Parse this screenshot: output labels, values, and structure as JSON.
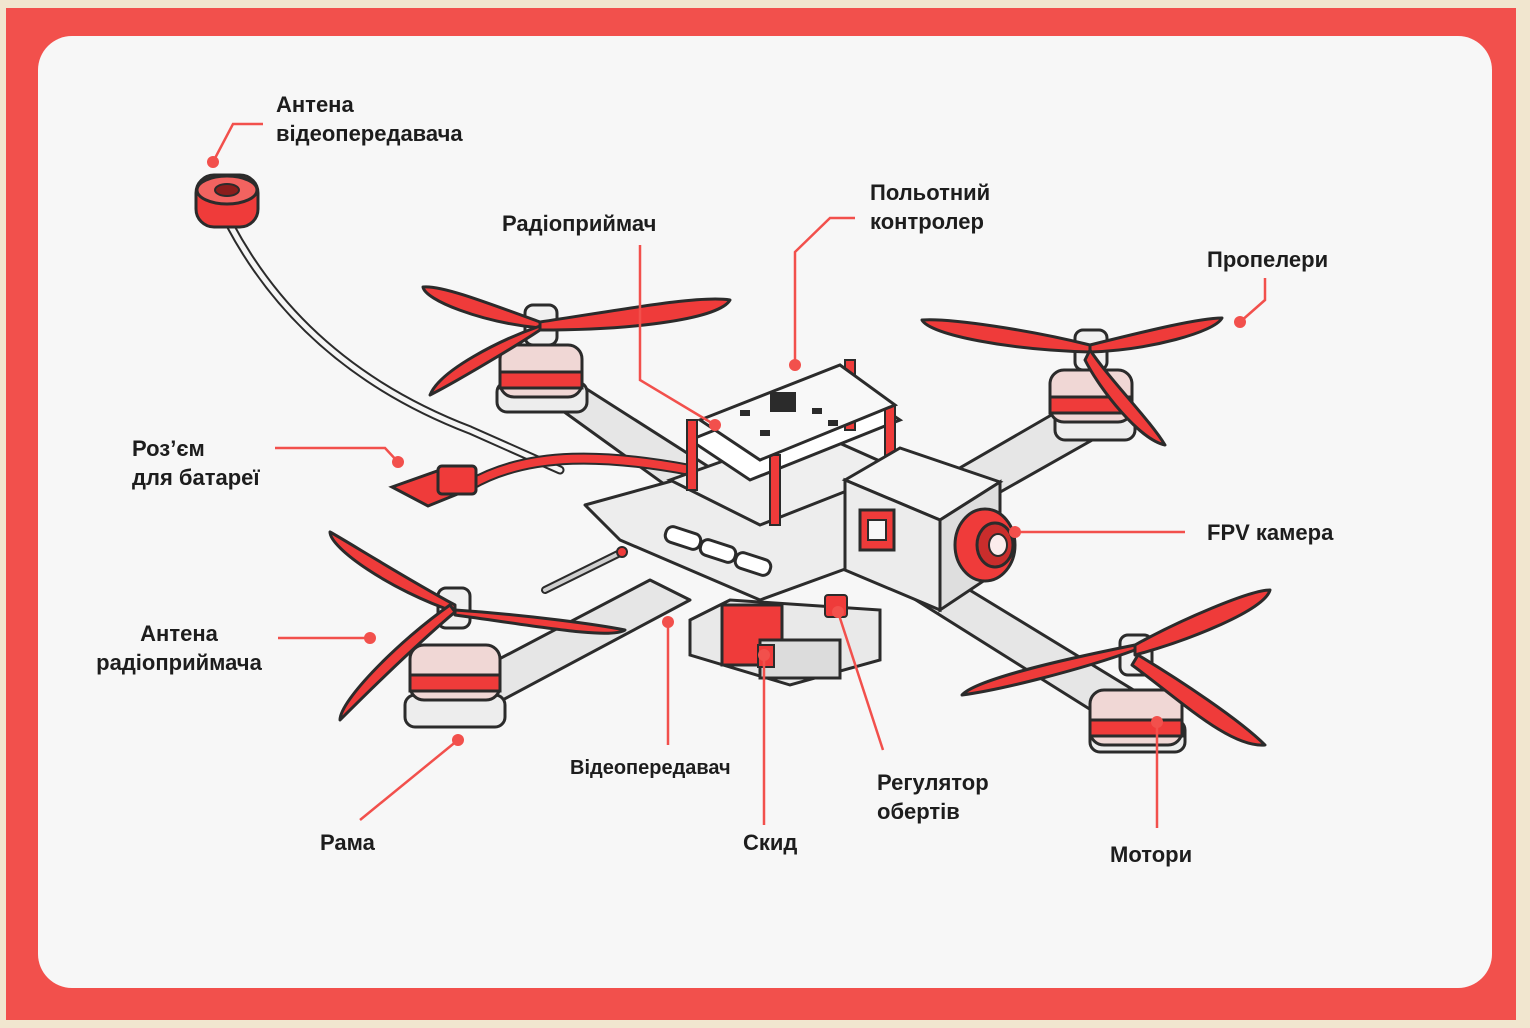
{
  "labels": {
    "vtx_antenna": "Антена\nвідеопередавача",
    "flight_controller": "Польотний\nконтролер",
    "receiver": "Радіоприймач",
    "propellers": "Пропелери",
    "battery_connector": "Роз’єм\nдля батареї",
    "fpv_camera": "FPV камера",
    "rx_antenna": "Антена\nрадіоприймача",
    "vtx": "Відеопередавач",
    "esc": "Регулятор\nобертів",
    "frame": "Рама",
    "skid": "Скид",
    "motors": "Мотори"
  },
  "colors": {
    "accent": "#f2504c",
    "panel": "#f7f7f7",
    "outer": "#f1e6cf",
    "part_red": "#ef3b3a",
    "line": "#2b2b2b",
    "metal": "#e4e4e4"
  }
}
